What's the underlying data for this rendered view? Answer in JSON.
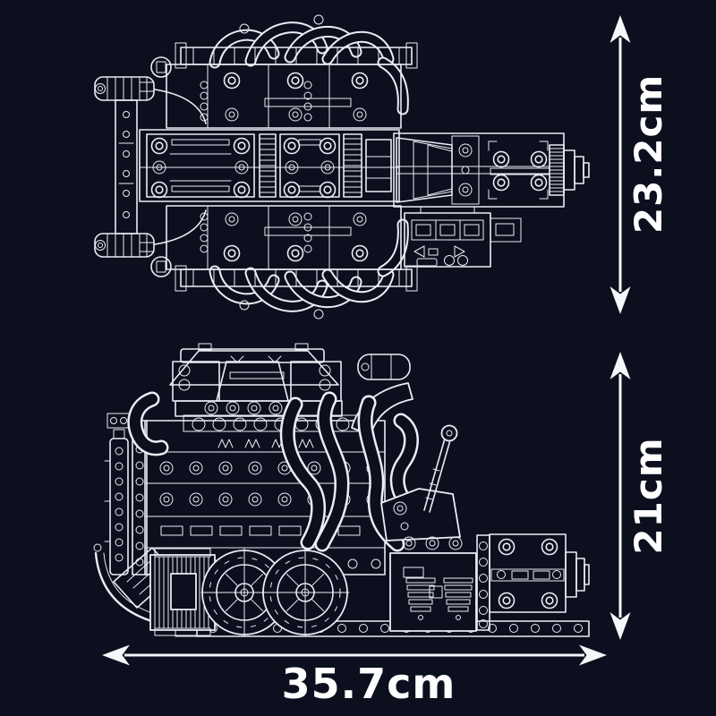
{
  "canvas": {
    "background": "#0c0f1d",
    "line_color": "#e9edf4",
    "text_color": "#ffffff"
  },
  "dimensions": {
    "top_height": {
      "label": "23.2cm"
    },
    "side_height": {
      "label": "21cm"
    },
    "overall_width": {
      "label": "35.7cm"
    }
  }
}
